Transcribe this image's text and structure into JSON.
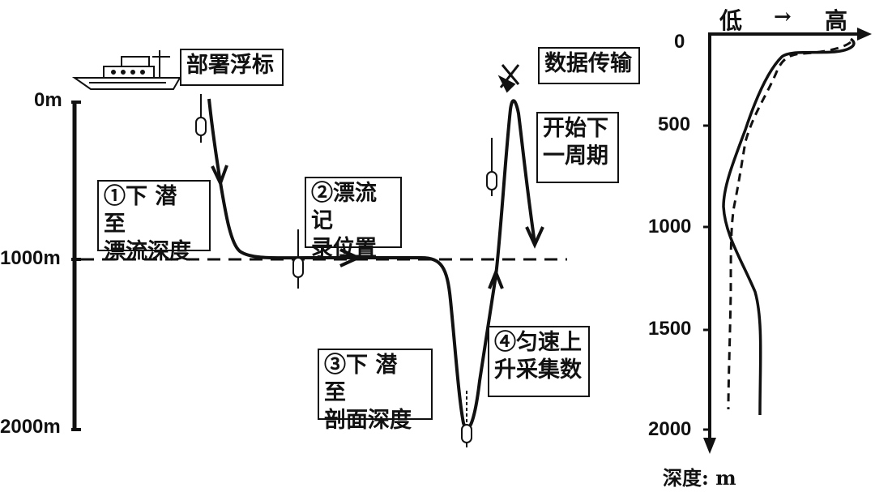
{
  "left_axis": {
    "ticks": [
      "0m",
      "1000m",
      "2000m"
    ]
  },
  "labels": {
    "deploy": "部署浮标",
    "transmit": "数据传输",
    "next_cycle_1": "开始下",
    "next_cycle_2": "一周期",
    "step1_1": "①下 潜 至",
    "step1_2": "漂流深度",
    "step2_1": "②漂流记",
    "step2_2": "录位置",
    "step3_1": "③下 潜 至",
    "step3_2": "剖面深度",
    "step4_1": "④匀速上",
    "step4_2": "升采集数"
  },
  "profile_chart": {
    "top_left": "低",
    "arrow": "→",
    "top_right": "高",
    "y_ticks": [
      "0",
      "500",
      "1000",
      "1500",
      "2000"
    ],
    "y_label": "深度: m"
  }
}
